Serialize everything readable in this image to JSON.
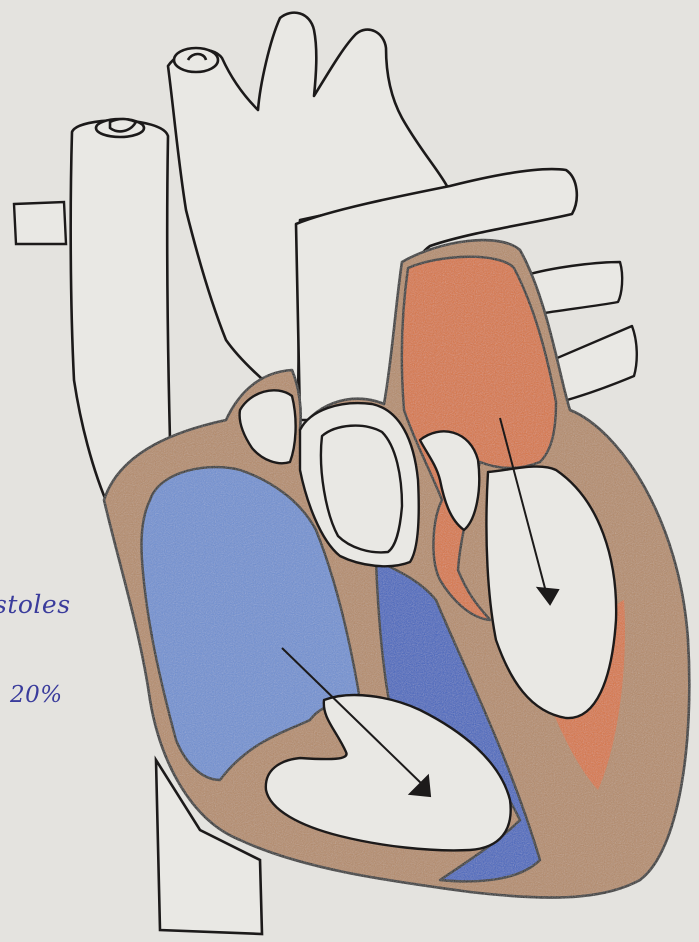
{
  "notes": {
    "line_1": "stoles",
    "line_2": "20%"
  },
  "colors": {
    "paper": "#e4e3df",
    "ink": "#1c1a1a",
    "myocardium": "#b58a68",
    "right_ventricle_blood": "#6d8fd3",
    "septal_blood": "#3f63c0",
    "left_atrium_blood": "#d9733c",
    "handwriting": "#3a3c9c"
  },
  "shapes": [
    "aorta",
    "pulmonary-trunk",
    "superior-vena-cava",
    "inferior-vena-cava",
    "pulmonary-veins",
    "right-ventricle",
    "left-atrium",
    "left-ventricle",
    "flow-arrows"
  ]
}
